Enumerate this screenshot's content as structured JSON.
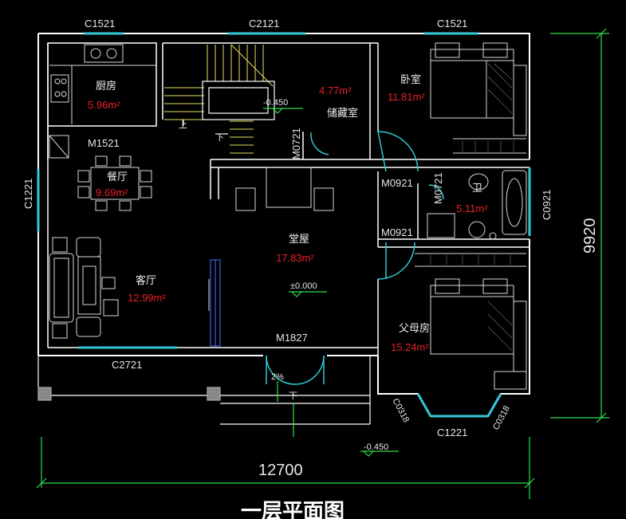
{
  "windows": {
    "kitchen_top": "C1521",
    "stair_top": "C2121",
    "bedroom_top": "C1521",
    "left_wall": "C1221",
    "right_wall": "C0921",
    "living_bottom": "C2721",
    "bay_bottom": "C1221",
    "bay_left": "C0318",
    "bay_right": "C0318"
  },
  "doors": {
    "dining": "M1521",
    "storage": "M0721",
    "bathroom": "M0721",
    "bedroom": "M0921",
    "parents": "M0921",
    "main": "M1827"
  },
  "rooms": {
    "kitchen": {
      "name": "厨房",
      "area": "5.96m²"
    },
    "dining": {
      "name": "餐厅",
      "area": "9.69m²"
    },
    "living": {
      "name": "客厅",
      "area": "12.99m²"
    },
    "hall": {
      "name": "堂屋",
      "area": "17.83m²"
    },
    "storage": {
      "name": "储藏室",
      "area": "4.77m²"
    },
    "bedroom": {
      "name": "卧室",
      "area": "11.81m²"
    },
    "bathroom": {
      "name": "卫",
      "area": "5.11m²"
    },
    "parents": {
      "name": "父母房",
      "area": "15.24m²"
    }
  },
  "levels": {
    "stair_landing": "-0.450",
    "hall": "±0.000",
    "outside": "-0.450",
    "slope": "2%"
  },
  "stairs": {
    "up": "上",
    "down": "下",
    "entry_down": "下"
  },
  "dimensions": {
    "width": "12700",
    "depth": "9920"
  },
  "title": "一层平面图",
  "colors": {
    "wall": "#ffffff",
    "window": "#35c9d8",
    "door": "#30c8d0",
    "furniture": "#d8d8d8",
    "dim_green": "#2fe04a",
    "stair": "#e8e060",
    "area": "#e8202a"
  }
}
